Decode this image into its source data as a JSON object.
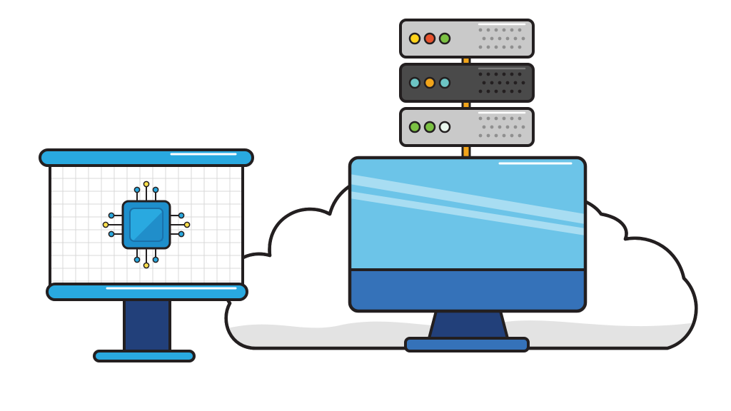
{
  "colors": {
    "outline": "#231f20",
    "cloud_fill": "#ffffff",
    "cloud_shadow": "#e3e3e3",
    "monitor_screen": "#6cc4e8",
    "monitor_screen_highlight": "#b8e3f4",
    "monitor_chin": "#3572b9",
    "monitor_stand": "#22407a",
    "monitor_base": "#3572b9",
    "connector": "#f2a51a",
    "server_light": "#c9c9c9",
    "server_dark": "#4a4a4a",
    "easel_bar": "#29a9e0",
    "easel_board": "#ffffff",
    "easel_grid": "#d8d8d8",
    "easel_stand": "#22407a",
    "chip_body": "#1e8fcc",
    "chip_core": "#29a9e0",
    "chip_pin_blue": "#29a9e0",
    "chip_pin_yellow": "#ffe14d"
  },
  "icons": [
    "cloud-icon",
    "server-rack-icon",
    "desktop-monitor-icon",
    "presentation-board-icon",
    "microchip-icon"
  ],
  "servers": [
    {
      "shade": "light",
      "leds": [
        "#ffd31a",
        "#e8522d",
        "#7bc143"
      ]
    },
    {
      "shade": "dark",
      "leds": [
        "#6cc4c4",
        "#f2a51a",
        "#6cc4c4"
      ]
    },
    {
      "shade": "light",
      "leds": [
        "#7bc143",
        "#7bc143",
        "#eaf7ee"
      ]
    }
  ]
}
